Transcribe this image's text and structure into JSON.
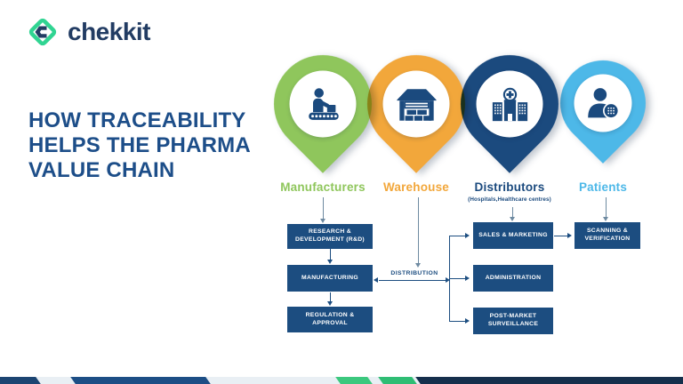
{
  "logo": {
    "text": "chekkit"
  },
  "title": {
    "lines": [
      "HOW TRACEABILITY",
      "HELPS THE PHARMA",
      "VALUE CHAIN"
    ]
  },
  "stages": [
    {
      "label": "Manufacturers",
      "color": "#8fc65c",
      "icon": "conveyor-worker-icon"
    },
    {
      "label": "Warehouse",
      "color": "#f2a73b",
      "icon": "warehouse-icon"
    },
    {
      "label": "Distributors",
      "sublabel": "(Hospitals,Healthcare centres)",
      "color": "#1b4a7e",
      "icon": "hospital-icon"
    },
    {
      "label": "Patients",
      "color": "#4db8e8",
      "icon": "patient-globe-icon"
    }
  ],
  "flow": {
    "rnd": "RESEARCH & DEVELOPMENT (R&D)",
    "manufacturing": "MANUFACTURING",
    "regulation": "REGULATION & APPROVAL",
    "distribution": "DISTRIBUTION",
    "sales": "SALES & MARKETING",
    "administration": "ADMINISTRATION",
    "post_market": "POST-MARKET SURVEILLANCE",
    "scanning": "SCANNING & VERIFICATION"
  },
  "colors": {
    "box_navy": "#1c4d80",
    "title_blue": "#1d4e89",
    "logo_navy": "#223c63",
    "logo_green": "#30d492",
    "pin_green": "#8fc65c",
    "pin_orange": "#f2a73b",
    "pin_dark_blue": "#1b4a7e",
    "pin_light_blue": "#4db8e8",
    "connector_gray": "#6e8aa1",
    "bar_light": "#e9eff4",
    "bar_blue_left": "#1c4572",
    "bar_blue_mid": "#1d4e85",
    "bar_green_1": "#3cc87e",
    "bar_green_2": "#2fbd74",
    "bar_navy_right": "#152f4c"
  }
}
